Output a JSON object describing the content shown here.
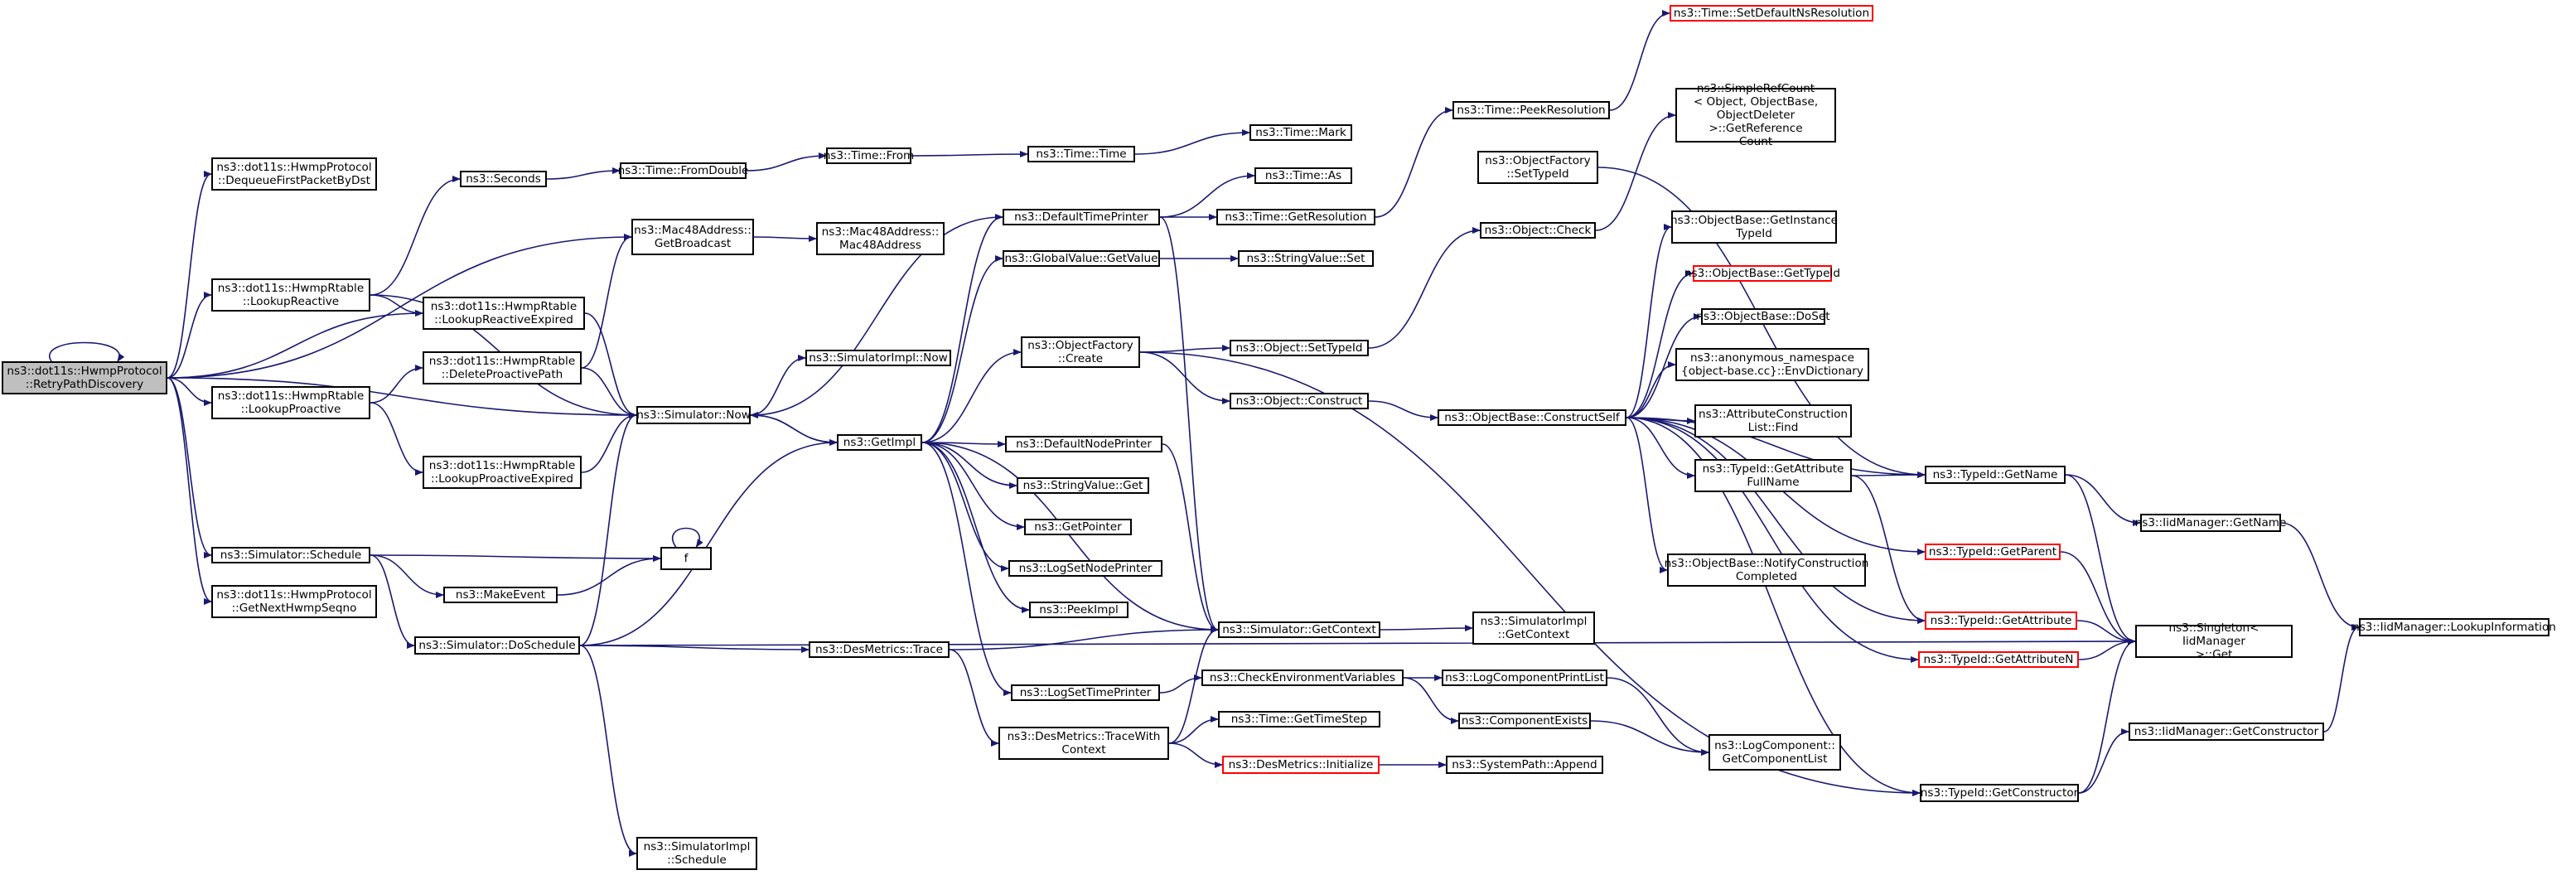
{
  "graph": {
    "edge_color": "#191970",
    "truncated_border_color": "#ff0000",
    "root_fill": "#bfbfbf",
    "nodes": [
      {
        "id": "root",
        "label": "ns3::dot11s::HwmpProtocol\n::RetryPathDiscovery",
        "kind": "root"
      },
      {
        "id": "dequeue",
        "label": "ns3::dot11s::HwmpProtocol\n::DequeueFirstPacketByDst"
      },
      {
        "id": "lookupReactive",
        "label": "ns3::dot11s::HwmpRtable\n::LookupReactive"
      },
      {
        "id": "lookupProactive",
        "label": "ns3::dot11s::HwmpRtable\n::LookupProactive"
      },
      {
        "id": "schedule",
        "label": "ns3::Simulator::Schedule"
      },
      {
        "id": "getNextSeqno",
        "label": "ns3::dot11s::HwmpProtocol\n::GetNextHwmpSeqno"
      },
      {
        "id": "seconds",
        "label": "ns3::Seconds"
      },
      {
        "id": "reactiveExpired",
        "label": "ns3::dot11s::HwmpRtable\n::LookupReactiveExpired"
      },
      {
        "id": "deleteProactive",
        "label": "ns3::dot11s::HwmpRtable\n::DeleteProactivePath"
      },
      {
        "id": "proactiveExpired",
        "label": "ns3::dot11s::HwmpRtable\n::LookupProactiveExpired"
      },
      {
        "id": "makeEvent",
        "label": "ns3::MakeEvent"
      },
      {
        "id": "doSchedule",
        "label": "ns3::Simulator::DoSchedule"
      },
      {
        "id": "fromDouble",
        "label": "ns3::Time::FromDouble"
      },
      {
        "id": "getBroadcast",
        "label": "ns3::Mac48Address::\nGetBroadcast"
      },
      {
        "id": "simNow",
        "label": "ns3::Simulator::Now"
      },
      {
        "id": "f",
        "label": "f"
      },
      {
        "id": "implSchedule",
        "label": "ns3::SimulatorImpl\n::Schedule"
      },
      {
        "id": "timeFrom",
        "label": "ns3::Time::From"
      },
      {
        "id": "mac48Ctor",
        "label": "ns3::Mac48Address::\nMac48Address"
      },
      {
        "id": "implNow",
        "label": "ns3::SimulatorImpl::Now"
      },
      {
        "id": "getImpl",
        "label": "ns3::GetImpl"
      },
      {
        "id": "desTrace",
        "label": "ns3::DesMetrics::Trace"
      },
      {
        "id": "timeTime",
        "label": "ns3::Time::Time"
      },
      {
        "id": "defTimePrinter",
        "label": "ns3::DefaultTimePrinter"
      },
      {
        "id": "gvGetValue",
        "label": "ns3::GlobalValue::GetValue"
      },
      {
        "id": "ofCreate",
        "label": "ns3::ObjectFactory\n::Create"
      },
      {
        "id": "defNodePrinter",
        "label": "ns3::DefaultNodePrinter"
      },
      {
        "id": "svGet",
        "label": "ns3::StringValue::Get"
      },
      {
        "id": "getPointer",
        "label": "ns3::GetPointer"
      },
      {
        "id": "logSetNodePrinter",
        "label": "ns3::LogSetNodePrinter"
      },
      {
        "id": "peekImpl",
        "label": "ns3::PeekImpl"
      },
      {
        "id": "logSetTimePrinter",
        "label": "ns3::LogSetTimePrinter"
      },
      {
        "id": "traceWithCtx",
        "label": "ns3::DesMetrics::TraceWith\nContext"
      },
      {
        "id": "timeMark",
        "label": "ns3::Time::Mark"
      },
      {
        "id": "timeAs",
        "label": "ns3::Time::As"
      },
      {
        "id": "timeGetRes",
        "label": "ns3::Time::GetResolution"
      },
      {
        "id": "svSet",
        "label": "ns3::StringValue::Set"
      },
      {
        "id": "objSetTypeId",
        "label": "ns3::Object::SetTypeId"
      },
      {
        "id": "objConstruct",
        "label": "ns3::Object::Construct"
      },
      {
        "id": "simGetContext",
        "label": "ns3::Simulator::GetContext"
      },
      {
        "id": "checkEnv",
        "label": "ns3::CheckEnvironmentVariables"
      },
      {
        "id": "getTimeStep",
        "label": "ns3::Time::GetTimeStep"
      },
      {
        "id": "desInit",
        "label": "ns3::DesMetrics::Initialize",
        "red": true
      },
      {
        "id": "setDefNs",
        "label": "ns3::Time::SetDefaultNsResolution",
        "red": true
      },
      {
        "id": "peekRes",
        "label": "ns3::Time::PeekResolution"
      },
      {
        "id": "ofSetTypeId",
        "label": "ns3::ObjectFactory\n::SetTypeId"
      },
      {
        "id": "objCheck",
        "label": "ns3::Object::Check"
      },
      {
        "id": "constructSelf",
        "label": "ns3::ObjectBase::ConstructSelf"
      },
      {
        "id": "implGetContext",
        "label": "ns3::SimulatorImpl\n::GetContext"
      },
      {
        "id": "logCompPrintList",
        "label": "ns3::LogComponentPrintList"
      },
      {
        "id": "compExists",
        "label": "ns3::ComponentExists"
      },
      {
        "id": "sysAppend",
        "label": "ns3::SystemPath::Append"
      },
      {
        "id": "simpleRefCount",
        "label": "ns3::SimpleRefCount\n< Object, ObjectBase,\nObjectDeleter >::GetReference\nCount"
      },
      {
        "id": "getInstTypeId",
        "label": "ns3::ObjectBase::GetInstance\nTypeId"
      },
      {
        "id": "getTypeIdRed",
        "label": "ns3::ObjectBase::GetTypeId",
        "red": true
      },
      {
        "id": "doSet",
        "label": "ns3::ObjectBase::DoSet"
      },
      {
        "id": "envDict",
        "label": "ns3::anonymous_namespace\n{object-base.cc}::EnvDictionary"
      },
      {
        "id": "attrListFind",
        "label": "ns3::AttributeConstruction\nList::Find"
      },
      {
        "id": "getAttrFullName",
        "label": "ns3::TypeId::GetAttribute\nFullName"
      },
      {
        "id": "notifyCompleted",
        "label": "ns3::ObjectBase::NotifyConstruction\nCompleted"
      },
      {
        "id": "getCompList",
        "label": "ns3::LogComponent::\nGetComponentList"
      },
      {
        "id": "typeGetName",
        "label": "ns3::TypeId::GetName"
      },
      {
        "id": "getParent",
        "label": "ns3::TypeId::GetParent",
        "red": true
      },
      {
        "id": "getAttribute",
        "label": "ns3::TypeId::GetAttribute",
        "red": true
      },
      {
        "id": "getAttributeN",
        "label": "ns3::TypeId::GetAttributeN",
        "red": true
      },
      {
        "id": "typeGetCtor",
        "label": "ns3::TypeId::GetConstructor"
      },
      {
        "id": "iidGetName",
        "label": "ns3::IidManager::GetName"
      },
      {
        "id": "singletonGet",
        "label": "ns3::Singleton< IidManager\n>::Get"
      },
      {
        "id": "iidGetCtor",
        "label": "ns3::IidManager::GetConstructor"
      },
      {
        "id": "lookupInfo",
        "label": "ns3::IidManager::LookupInformation"
      }
    ],
    "edges": [
      [
        "root",
        "root"
      ],
      [
        "root",
        "dequeue"
      ],
      [
        "root",
        "lookupReactive"
      ],
      [
        "root",
        "getBroadcast"
      ],
      [
        "root",
        "reactiveExpired"
      ],
      [
        "root",
        "lookupProactive"
      ],
      [
        "root",
        "simNow"
      ],
      [
        "root",
        "schedule"
      ],
      [
        "root",
        "getNextSeqno"
      ],
      [
        "lookupReactive",
        "seconds"
      ],
      [
        "lookupReactive",
        "reactiveExpired"
      ],
      [
        "lookupReactive",
        "simNow"
      ],
      [
        "lookupProactive",
        "deleteProactive"
      ],
      [
        "lookupProactive",
        "proactiveExpired"
      ],
      [
        "seconds",
        "fromDouble"
      ],
      [
        "fromDouble",
        "timeFrom"
      ],
      [
        "timeFrom",
        "timeTime"
      ],
      [
        "timeTime",
        "timeMark"
      ],
      [
        "reactiveExpired",
        "simNow"
      ],
      [
        "deleteProactive",
        "getBroadcast"
      ],
      [
        "deleteProactive",
        "simNow"
      ],
      [
        "proactiveExpired",
        "simNow"
      ],
      [
        "getBroadcast",
        "mac48Ctor"
      ],
      [
        "schedule",
        "f"
      ],
      [
        "schedule",
        "makeEvent"
      ],
      [
        "schedule",
        "doSchedule"
      ],
      [
        "makeEvent",
        "f"
      ],
      [
        "f",
        "f"
      ],
      [
        "doSchedule",
        "simNow"
      ],
      [
        "doSchedule",
        "getImpl"
      ],
      [
        "doSchedule",
        "desTrace"
      ],
      [
        "doSchedule",
        "implSchedule"
      ],
      [
        "doSchedule",
        "singletonGet"
      ],
      [
        "simNow",
        "implNow"
      ],
      [
        "simNow",
        "getImpl"
      ],
      [
        "getImpl",
        "simNow"
      ],
      [
        "getImpl",
        "defTimePrinter"
      ],
      [
        "getImpl",
        "gvGetValue"
      ],
      [
        "getImpl",
        "ofCreate"
      ],
      [
        "getImpl",
        "defNodePrinter"
      ],
      [
        "getImpl",
        "svGet"
      ],
      [
        "getImpl",
        "getPointer"
      ],
      [
        "getImpl",
        "logSetNodePrinter"
      ],
      [
        "getImpl",
        "peekImpl"
      ],
      [
        "getImpl",
        "logSetTimePrinter"
      ],
      [
        "getImpl",
        "simGetContext"
      ],
      [
        "defTimePrinter",
        "timeAs"
      ],
      [
        "defTimePrinter",
        "timeGetRes"
      ],
      [
        "defTimePrinter",
        "simNow"
      ],
      [
        "defTimePrinter",
        "simGetContext"
      ],
      [
        "gvGetValue",
        "svSet"
      ],
      [
        "ofCreate",
        "objSetTypeId"
      ],
      [
        "ofCreate",
        "objConstruct"
      ],
      [
        "ofCreate",
        "typeGetCtor"
      ],
      [
        "defNodePrinter",
        "simGetContext"
      ],
      [
        "logSetTimePrinter",
        "checkEnv"
      ],
      [
        "desTrace",
        "simGetContext"
      ],
      [
        "desTrace",
        "traceWithCtx"
      ],
      [
        "traceWithCtx",
        "simGetContext"
      ],
      [
        "traceWithCtx",
        "getTimeStep"
      ],
      [
        "traceWithCtx",
        "desInit"
      ],
      [
        "timeGetRes",
        "peekRes"
      ],
      [
        "peekRes",
        "setDefNs"
      ],
      [
        "objSetTypeId",
        "objCheck"
      ],
      [
        "objCheck",
        "simpleRefCount"
      ],
      [
        "objConstruct",
        "constructSelf"
      ],
      [
        "simGetContext",
        "implGetContext"
      ],
      [
        "checkEnv",
        "logCompPrintList"
      ],
      [
        "checkEnv",
        "compExists"
      ],
      [
        "logCompPrintList",
        "getCompList"
      ],
      [
        "compExists",
        "getCompList"
      ],
      [
        "desInit",
        "sysAppend"
      ],
      [
        "ofSetTypeId",
        "typeGetName"
      ],
      [
        "constructSelf",
        "getInstTypeId"
      ],
      [
        "constructSelf",
        "getTypeIdRed"
      ],
      [
        "constructSelf",
        "doSet"
      ],
      [
        "constructSelf",
        "envDict"
      ],
      [
        "constructSelf",
        "attrListFind"
      ],
      [
        "constructSelf",
        "getAttrFullName"
      ],
      [
        "constructSelf",
        "typeGetName"
      ],
      [
        "constructSelf",
        "notifyCompleted"
      ],
      [
        "constructSelf",
        "getParent"
      ],
      [
        "constructSelf",
        "getAttribute"
      ],
      [
        "constructSelf",
        "getAttributeN"
      ],
      [
        "constructSelf",
        "typeGetCtor"
      ],
      [
        "getAttrFullName",
        "typeGetName"
      ],
      [
        "getAttrFullName",
        "getAttribute"
      ],
      [
        "typeGetName",
        "iidGetName"
      ],
      [
        "typeGetName",
        "singletonGet"
      ],
      [
        "iidGetName",
        "lookupInfo"
      ],
      [
        "getParent",
        "singletonGet"
      ],
      [
        "getAttribute",
        "singletonGet"
      ],
      [
        "getAttributeN",
        "singletonGet"
      ],
      [
        "typeGetCtor",
        "singletonGet"
      ],
      [
        "typeGetCtor",
        "iidGetCtor"
      ],
      [
        "iidGetCtor",
        "lookupInfo"
      ]
    ]
  }
}
